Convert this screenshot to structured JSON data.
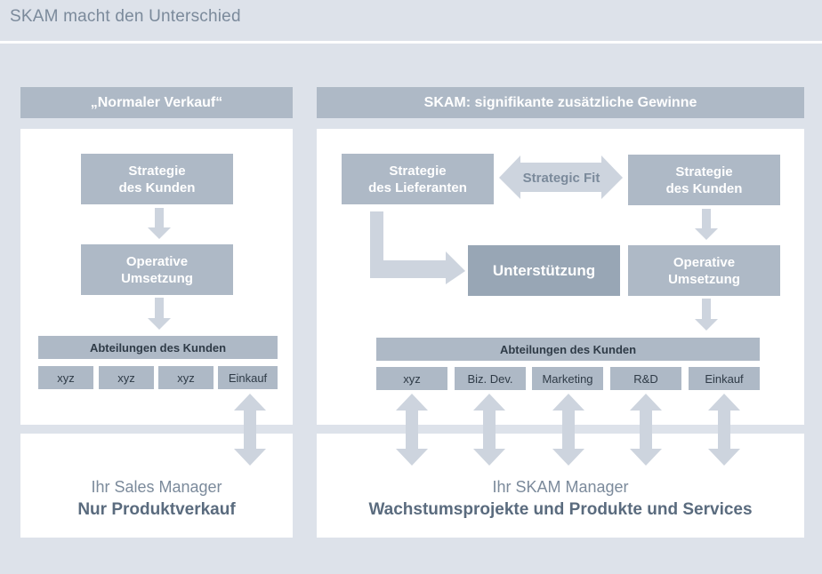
{
  "page_title": "SKAM macht den Unterschied",
  "left": {
    "header": "„Normaler Verkauf“",
    "strategy": [
      "Strategie",
      "des Kunden"
    ],
    "operative": [
      "Operative",
      "Umsetzung"
    ],
    "departments_label": "Abteilungen des Kunden",
    "departments": [
      "xyz",
      "xyz",
      "xyz",
      "Einkauf"
    ],
    "manager_role": "Ihr Sales Manager",
    "manager_task": "Nur Produktverkauf"
  },
  "right": {
    "header": "SKAM: signifikante zusätzliche Gewinne",
    "supplier_strategy": [
      "Strategie",
      "des Lieferanten"
    ],
    "strategic_fit": "Strategic Fit",
    "customer_strategy": [
      "Strategie",
      "des Kunden"
    ],
    "support": "Unterstützung",
    "operative": [
      "Operative",
      "Umsetzung"
    ],
    "departments_label": "Abteilungen des Kunden",
    "departments": [
      "xyz",
      "Biz. Dev.",
      "Marketing",
      "R&D",
      "Einkauf"
    ],
    "manager_role": "Ihr SKAM Manager",
    "manager_task": "Wachstumsprojekte und Produkte und Services"
  },
  "colors": {
    "background": "#dde2ea",
    "box": "#aeb9c6",
    "box_dark": "#98a6b5",
    "arrow": "#cdd4de",
    "text_dark": "#2f3b47",
    "text_muted": "#7b8a9b"
  }
}
